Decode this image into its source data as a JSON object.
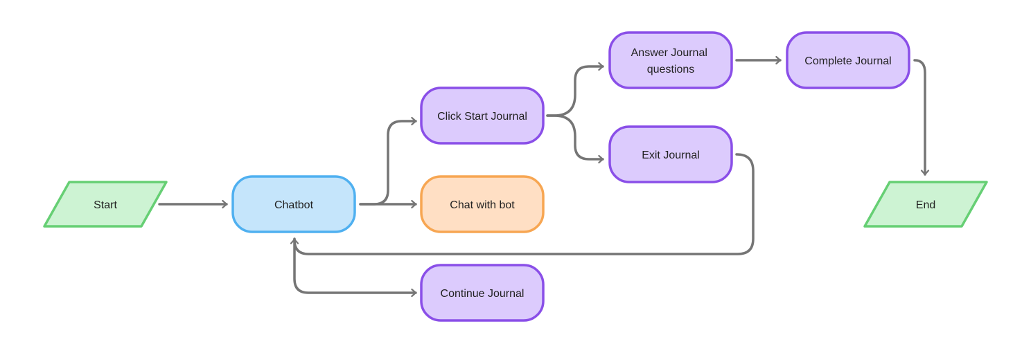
{
  "colors": {
    "terminal_fill": "#cdf3d3",
    "terminal_stroke": "#66cf74",
    "process_fill": "#dccbfd",
    "process_stroke": "#8a4fe8",
    "chatbot_fill": "#c5e5fb",
    "chatbot_stroke": "#4fb0f0",
    "alt_fill": "#ffdfc4",
    "alt_stroke": "#f7a652",
    "arrow": "#757575"
  },
  "nodes": {
    "start": {
      "label": "Start"
    },
    "chatbot": {
      "label": "Chatbot"
    },
    "click_start": {
      "label": "Click Start Journal"
    },
    "chat_with_bot": {
      "label": "Chat with bot"
    },
    "continue_journal": {
      "label": "Continue Journal"
    },
    "answer_questions": {
      "line1": "Answer Journal",
      "line2": "questions"
    },
    "exit_journal": {
      "label": "Exit Journal"
    },
    "complete_journal": {
      "label": "Complete Journal"
    },
    "end": {
      "label": "End"
    }
  }
}
